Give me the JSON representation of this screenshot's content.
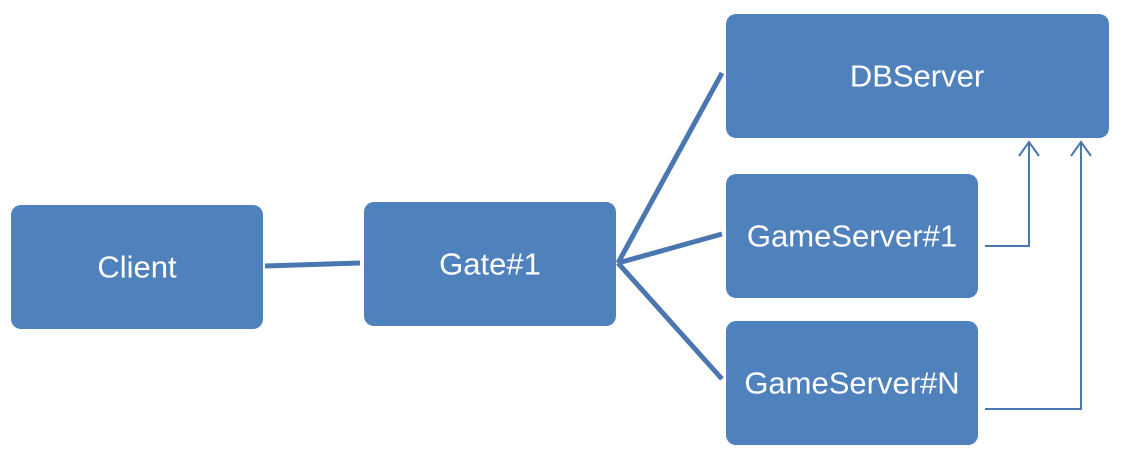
{
  "diagram": {
    "colors": {
      "node_fill": "#4F81BD",
      "link_stroke": "#4A77B0",
      "label_text": "#FFFFFF",
      "background": "#FFFFFF"
    },
    "nodes": {
      "client": {
        "label": "Client"
      },
      "gate": {
        "label": "Gate#1"
      },
      "db_server": {
        "label": "DBServer"
      },
      "game_server_1": {
        "label": "GameServer#1"
      },
      "game_server_n": {
        "label": "GameServer#N"
      }
    },
    "connections": [
      {
        "from": "Client",
        "to": "Gate#1",
        "style": "thick-line"
      },
      {
        "from": "Gate#1",
        "to": "DBServer",
        "style": "thick-line"
      },
      {
        "from": "Gate#1",
        "to": "GameServer#1",
        "style": "thick-line"
      },
      {
        "from": "Gate#1",
        "to": "GameServer#N",
        "style": "thick-line"
      },
      {
        "from": "GameServer#1",
        "to": "DBServer",
        "style": "thin-elbow-arrow"
      },
      {
        "from": "GameServer#N",
        "to": "DBServer",
        "style": "thin-elbow-arrow"
      }
    ]
  }
}
